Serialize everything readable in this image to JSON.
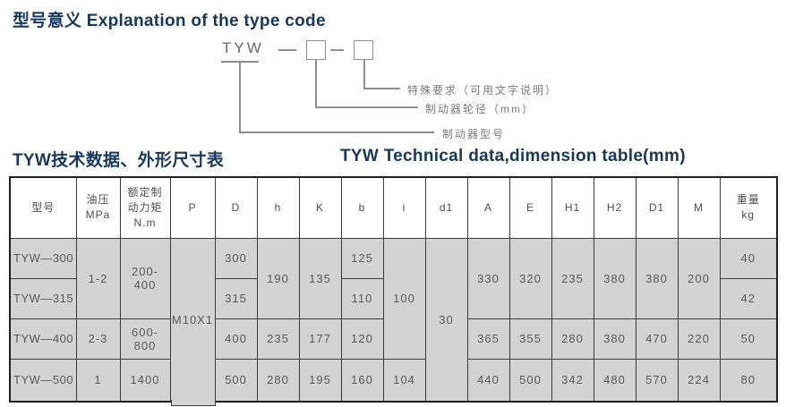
{
  "titles": {
    "type_code_heading": "型号意义 Explanation of the type code",
    "table_heading_zh": "TYW技术数据、外形尺寸表",
    "table_heading_en": "TYW Technical data,dimension table(mm)"
  },
  "diagram": {
    "code": "TYW",
    "label_special": "特殊要求（可用文字说明）",
    "label_diameter": "制动器轮径（mm）",
    "label_model": "制动器型号"
  },
  "table": {
    "headers": [
      "型号",
      "油压\nMPa",
      "额定制\n动力矩\nN.m",
      "P",
      "D",
      "h",
      "K",
      "b",
      "i",
      "d1",
      "A",
      "E",
      "H1",
      "H2",
      "D1",
      "M",
      "重量\nkg"
    ],
    "rows": [
      {
        "model": "TYW—300",
        "mpa": "1-2",
        "nm": "200-400",
        "p": "M10X1",
        "D": "300",
        "h": "190",
        "K": "135",
        "b": "125",
        "i": "100",
        "d1": "30",
        "A": "330",
        "E": "320",
        "H1": "235",
        "H2": "380",
        "D1": "380",
        "M": "200",
        "kg": "40"
      },
      {
        "model": "TYW—315",
        "D": "315",
        "b": "110",
        "kg": "42"
      },
      {
        "model": "TYW—400",
        "mpa": "2-3",
        "nm": "600-800",
        "D": "400",
        "h": "235",
        "K": "177",
        "b": "120",
        "A": "365",
        "E": "355",
        "H1": "280",
        "H2": "380",
        "D1": "470",
        "M": "220",
        "kg": "50"
      },
      {
        "model": "TYW—500",
        "mpa": "1",
        "nm": "1400",
        "D": "500",
        "h": "280",
        "K": "195",
        "b": "160",
        "i": "104",
        "A": "440",
        "E": "500",
        "H1": "342",
        "H2": "480",
        "D1": "570",
        "M": "224",
        "kg": "80"
      }
    ]
  }
}
